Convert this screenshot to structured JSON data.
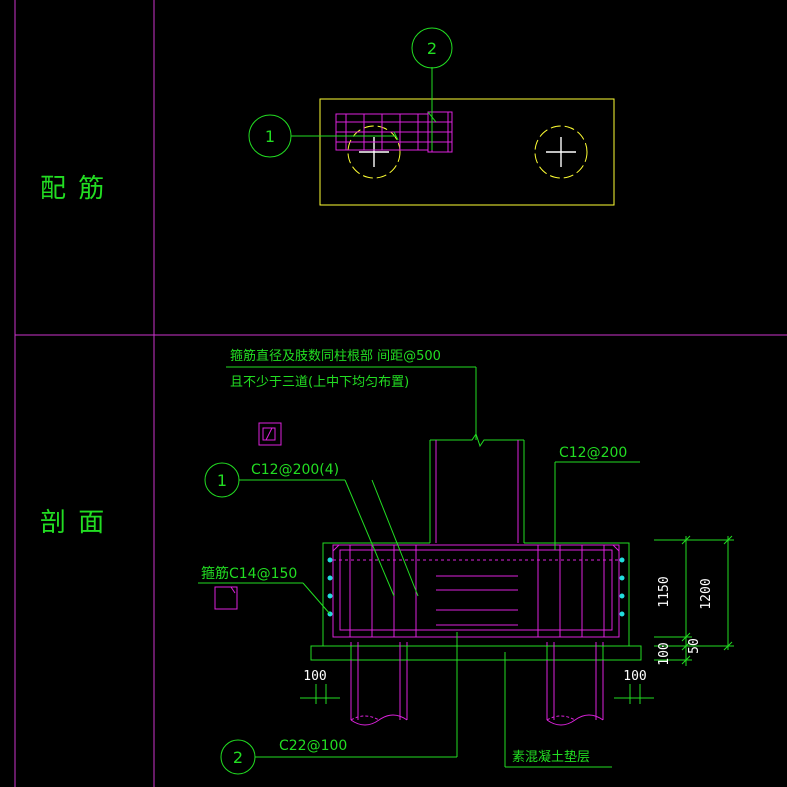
{
  "row_labels": {
    "reinforcement": "配  筋",
    "section": "剖  面"
  },
  "callouts": {
    "plan_1": "1",
    "plan_2": "2",
    "section_1": "1",
    "section_2": "2"
  },
  "notes": {
    "stirrup_line1": "箍筋直径及肢数同柱根部 间距@500",
    "stirrup_line2": "且不少于三道(上中下均匀布置)",
    "bar_1": "C12@200(4)",
    "bar_side": "C12@200",
    "stirrup_c14": "箍筋C14@150",
    "bar_2": "C22@100",
    "cushion": "素混凝土垫层"
  },
  "dimensions": {
    "d1150": "1150",
    "d1200": "1200",
    "d50": "50",
    "d100_right": "100",
    "d100_left_pile": "100",
    "d100_right_pile": "100"
  },
  "colors": {
    "border": "#cc33cc",
    "outline": "#ffff33",
    "line": "#22dd22",
    "rebar": "#dd22dd",
    "dot": "#22dddd",
    "text": "#22dd22",
    "dimtext": "#ffffff"
  }
}
